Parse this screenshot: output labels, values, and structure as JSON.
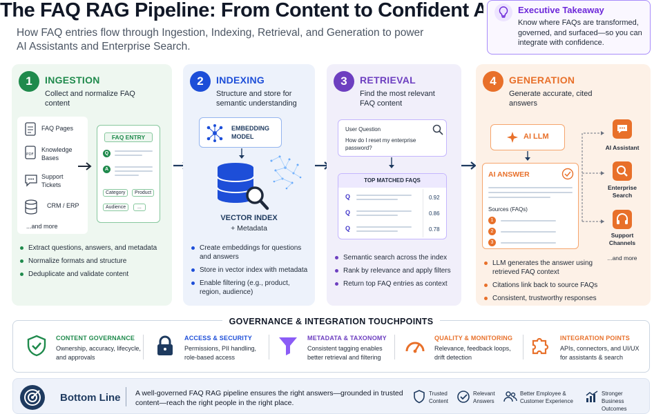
{
  "header": {
    "title": "The FAQ RAG Pipeline: From Content to Confident Answers",
    "subtitle": "How FAQ entries flow through Ingestion, Indexing, Retrieval, and Generation to power AI Assistants and Enterprise Search."
  },
  "executive": {
    "title": "Executive Takeaway",
    "text": "Know where FAQs are transformed, governed, and surfaced—so you can integrate with confidence."
  },
  "stages": [
    {
      "number": "1",
      "title": "INGESTION",
      "description": "Collect and normalize FAQ content",
      "color": "#1f8a4c",
      "sources": [
        "FAQ Pages",
        "Knowledge Bases",
        "Support Tickets",
        "CRM / ERP",
        "...and more"
      ],
      "card": {
        "header": "FAQ ENTRY",
        "q": "Q",
        "a": "A",
        "tags": [
          "Category",
          "Product",
          "Audience",
          "..."
        ]
      },
      "bullets": [
        "Extract questions, answers, and metadata",
        "Normalize formats and structure",
        "Deduplicate and validate content"
      ]
    },
    {
      "number": "2",
      "title": "INDEXING",
      "description": "Structure and store for semantic understanding",
      "color": "#1d4ed8",
      "model_label": "EMBEDDING MODEL",
      "index_label": "VECTOR INDEX",
      "index_sub": "+ Metadata",
      "bullets": [
        "Create embeddings for questions and answers",
        "Store in vector index with metadata",
        "Enable filtering (e.g., product, region, audience)"
      ]
    },
    {
      "number": "3",
      "title": "RETRIEVAL",
      "description": "Find the most relevant FAQ content",
      "color": "#6d3fc0",
      "question_label": "User Question",
      "question_text": "How do I reset my enterprise password?",
      "matches_header": "TOP MATCHED FAQS",
      "matches": [
        {
          "q": "Q",
          "score": "0.92"
        },
        {
          "q": "Q",
          "score": "0.86"
        },
        {
          "q": "Q",
          "score": "0.78"
        }
      ],
      "bullets": [
        "Semantic search across the index",
        "Rank by relevance and apply filters",
        "Return top FAQ entries as context"
      ]
    },
    {
      "number": "4",
      "title": "GENERATION",
      "description": "Generate accurate, cited answers",
      "color": "#e8702a",
      "llm_label": "AI LLM",
      "answer_label": "AI ANSWER",
      "sources_label": "Sources (FAQs)",
      "source_nums": [
        "1",
        "2",
        "3"
      ],
      "outputs": [
        "AI Assistant",
        "Enterprise Search",
        "Support Channels",
        "...and more"
      ],
      "bullets": [
        "LLM generates the answer using retrieved FAQ context",
        "Citations link back to source FAQs",
        "Consistent, trustworthy responses"
      ]
    }
  ],
  "governance": {
    "title": "GOVERNANCE & INTEGRATION TOUCHPOINTS",
    "items": [
      {
        "title": "CONTENT GOVERNANCE",
        "text": "Ownership, accuracy, lifecycle, and approvals",
        "color": "#1f8a4c",
        "icon": "shield-check-icon"
      },
      {
        "title": "ACCESS & SECURITY",
        "text": "Permissions, PII handling, role-based access",
        "color": "#1d4ed8",
        "icon": "lock-icon"
      },
      {
        "title": "METADATA & TAXONOMY",
        "text": "Consistent tagging enables better retrieval and filtering",
        "color": "#6d3fc0",
        "icon": "funnel-icon"
      },
      {
        "title": "QUALITY & MONITORING",
        "text": "Relevance, feedback loops, drift detection",
        "color": "#e8702a",
        "icon": "gauge-icon"
      },
      {
        "title": "INTEGRATION POINTS",
        "text": "APIs, connectors, and UI/UX for assistants & search",
        "color": "#e8702a",
        "icon": "puzzle-icon"
      }
    ]
  },
  "bottom_line": {
    "title": "Bottom Line",
    "text": "A well-governed FAQ RAG pipeline ensures the right answers—grounded in trusted content—reach the right people in the right place.",
    "badges": [
      "Trusted Content",
      "Relevant Answers",
      "Better Employee & Customer Experience",
      "Stronger Business Outcomes"
    ]
  }
}
